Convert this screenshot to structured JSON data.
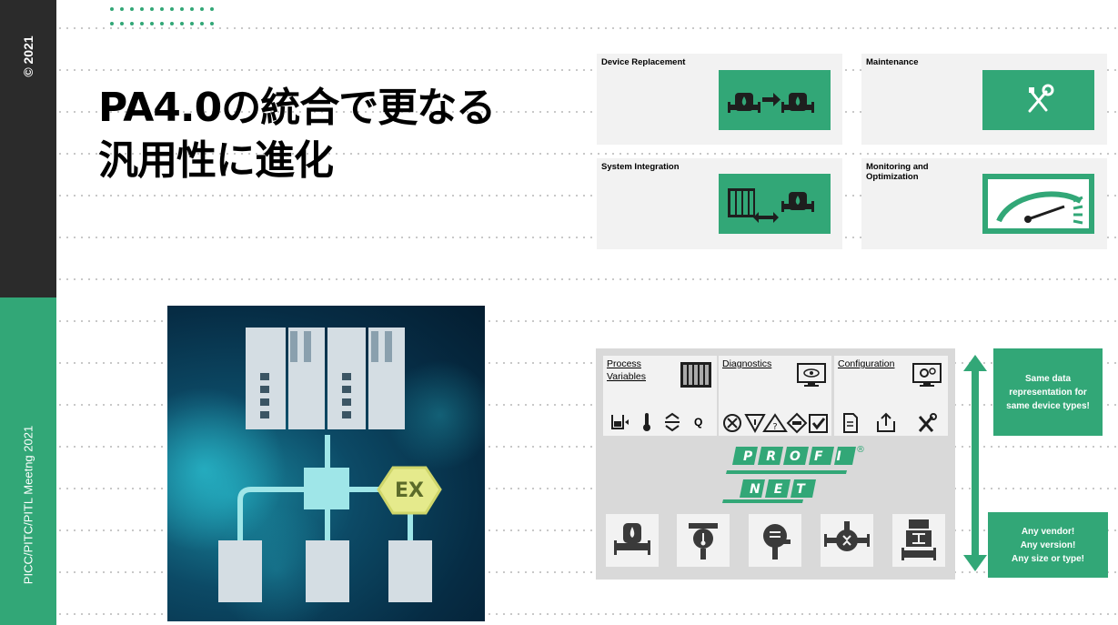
{
  "sidebar": {
    "copyright": "© 2021",
    "event": "PICC/PITC/PITL Meetng 2021",
    "top_color": "#2b2b2b",
    "accent": "#32a777"
  },
  "slide": {
    "title_line1": "PA4.0の統合で更なる",
    "title_line2": "汎用性に進化"
  },
  "use_cases": [
    {
      "label": "Device Replacement",
      "icon": "device-replacement-icon"
    },
    {
      "label": "Maintenance",
      "icon": "wrench-screwdriver-icon"
    },
    {
      "label": "System Integration",
      "icon": "system-integration-icon"
    },
    {
      "label": "Monitoring and\nOptimization",
      "icon": "gauge-icon"
    }
  ],
  "hero": {
    "badge": "EX"
  },
  "profile": {
    "sections": [
      {
        "label": "Process\nVariables",
        "icon": "plc-icon"
      },
      {
        "label": "Diagnostics",
        "icon": "monitor-eye-icon"
      },
      {
        "label": "Configuration",
        "icon": "monitor-gear-icon"
      }
    ],
    "logo_top": "PROFI",
    "logo_bottom": "NET",
    "logo_mark": "®",
    "pv_icons": [
      "level-icon",
      "thermometer-icon",
      "pressure-icon",
      "flow-icon"
    ],
    "pv_q": "Q",
    "diag_icons": [
      "failure-icon",
      "check-function-icon",
      "out-of-spec-icon",
      "maintenance-required-icon",
      "ok-icon"
    ],
    "config_icons": [
      "pdf-doc-icon",
      "export-icon",
      "tools-icon"
    ],
    "devices": [
      "flowmeter-icon",
      "temperature-transmitter-icon",
      "pressure-transmitter-icon",
      "magnetic-flowmeter-icon",
      "actuator-icon"
    ]
  },
  "callouts": {
    "top": "Same data\nrepresentation for\nsame device types!",
    "bottom": "Any vendor!\nAny version!\nAny size or type!"
  }
}
